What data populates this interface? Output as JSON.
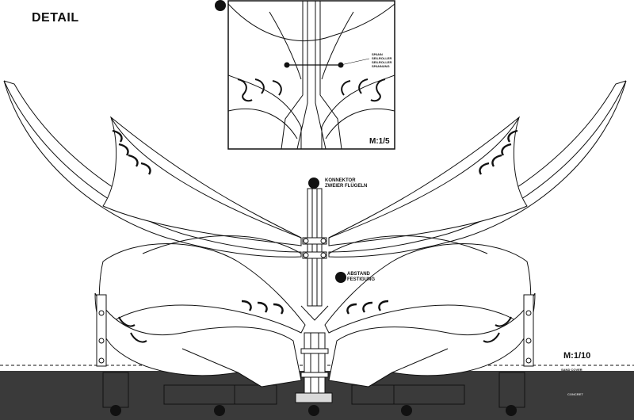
{
  "title": "DETAIL",
  "labels": {
    "konnektor": "KONNEKTOR",
    "zweier_fluegeln": "ZWEIER FLÜGELN",
    "abstand": "ABSTAND",
    "festigung": "FESTIGUNG"
  },
  "detail_inset": {
    "scale": "M:1/5",
    "notes": [
      "SPANN",
      "SEILROLLER",
      "SEILROLLER",
      "SPANNUNG"
    ]
  },
  "ground": {
    "scale": "M:1/10",
    "sand_label": "SAND COVER",
    "concrete_label": "CONCRET"
  },
  "colors": {
    "ground": "#3a3a3a",
    "line": "#111111",
    "wing_fill": "#ffffff",
    "plate": "#d9d9d9"
  }
}
